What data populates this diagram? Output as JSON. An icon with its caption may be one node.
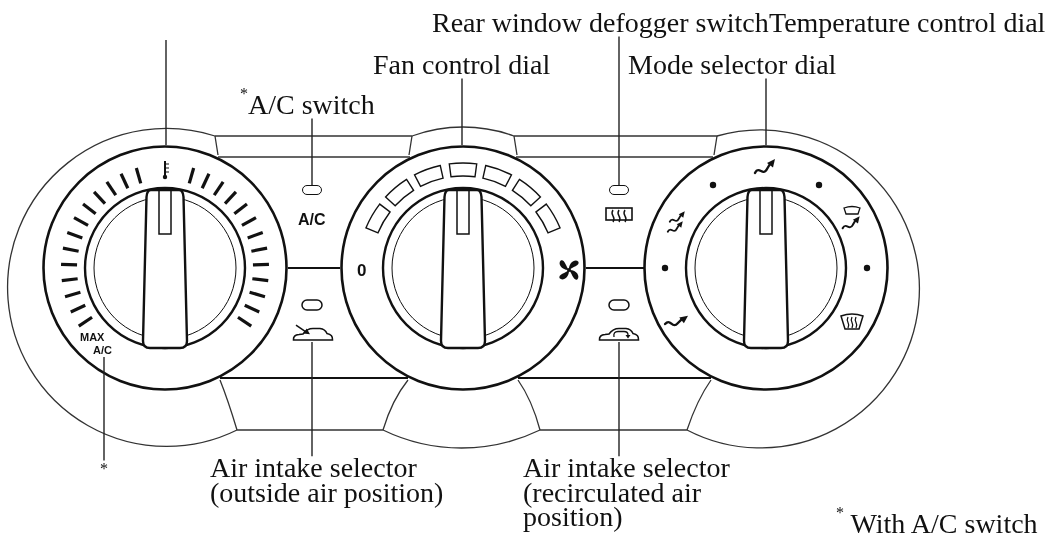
{
  "diagram": {
    "nodes": [
      {
        "text": [
          "Rear window defogger switch"
        ]
      },
      {
        "text": [
          "Fan control dial"
        ]
      },
      {
        "text": [
          "Mode selector dial"
        ]
      },
      {
        "text": [
          "$^{*}$A/C switch"
        ]
      },
      {
        "text": [],
        "shape": "picture"
      },
      {
        "text": [],
        "shape": "box"
      },
      {
        "text": [],
        "shape": "picture"
      },
      {
        "text": [],
        "shape": "box"
      },
      {
        "text": [],
        "shape": "picture"
      },
      {
        "text": [
          "MAX A/C"
        ],
        "in": 4
      },
      {
        "text": [],
        "shape": "picture"
      },
      {
        "text": [],
        "shape": "picture"
      },
      {
        "text": [
          "*"
        ]
      },
      {
        "text": [
          "Air intake selector (outside air position)"
        ]
      },
      {
        "text": [
          "Air intake selector (recirculated air position)"
        ]
      }
    ],
    "edges": [
      {
        "from": null,
        "to": 4,
        "arrow": "none"
      },
      {
        "from": 3,
        "to": 5,
        "arrow": "none"
      },
      {
        "from": 1,
        "to": 6,
        "arrow": "none"
      },
      {
        "from": 0,
        "to": 7,
        "arrow": "none"
      },
      {
        "from": 2,
        "to": 8,
        "arrow": "none"
      },
      {
        "from": 12,
        "to": 9,
        "arrow": "none"
      },
      {
        "from": 13,
        "to": 10,
        "arrow": "none"
      },
      {
        "from": 14,
        "to": 11,
        "arrow": "none"
      }
    ],
    "labels": [
      "Temperature control dial",
      "A/C",
      "0",
      "$^{*}$ With A/C switch"
    ]
  }
}
